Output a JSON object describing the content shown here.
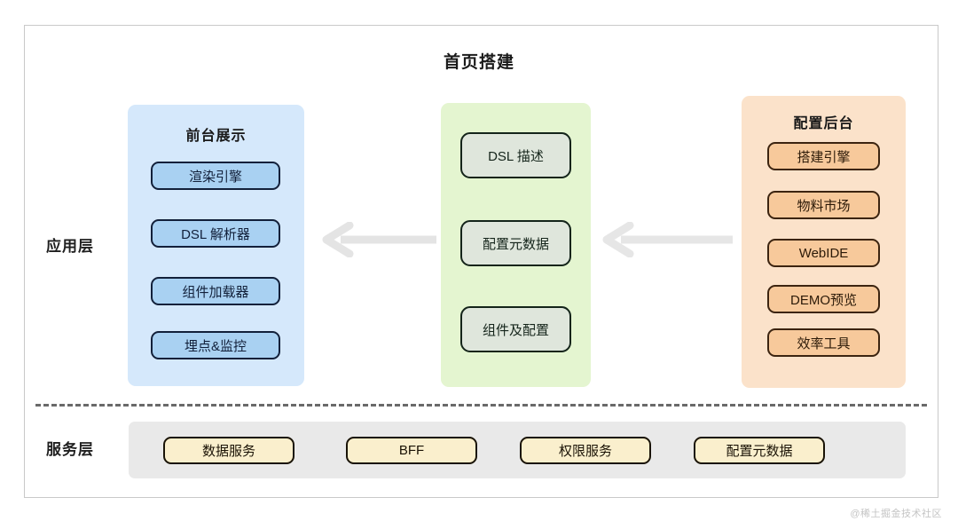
{
  "title": "首页搭建",
  "layers": {
    "application_label": "应用层",
    "service_label": "服务层"
  },
  "panels": {
    "frontend": {
      "heading": "前台展示",
      "accent": "#a9d1f2",
      "background": "#d5e8fb",
      "items": [
        {
          "label": "渲染引擎"
        },
        {
          "label": "DSL 解析器"
        },
        {
          "label": "组件加载器"
        },
        {
          "label": "埋点&监控"
        }
      ]
    },
    "dsl": {
      "heading": "",
      "accent": "#dfe6dc",
      "background": "#e4f5d0",
      "items": [
        {
          "label": "DSL 描述"
        },
        {
          "label": "配置元数据"
        },
        {
          "label": "组件及配置"
        }
      ]
    },
    "backend": {
      "heading": "配置后台",
      "accent": "#f7c99b",
      "background": "#fbe2ca",
      "items": [
        {
          "label": "搭建引擎"
        },
        {
          "label": "物料市场"
        },
        {
          "label": "WebIDE"
        },
        {
          "label": "DEMO预览"
        },
        {
          "label": "效率工具"
        }
      ]
    }
  },
  "service_layer": {
    "background": "#e9e9e9",
    "accent": "#faefcd",
    "items": [
      {
        "label": "数据服务"
      },
      {
        "label": "BFF"
      },
      {
        "label": "权限服务"
      },
      {
        "label": "配置元数据"
      }
    ]
  },
  "arrows": [
    {
      "name": "arrow-dsl-to-frontend",
      "direction": "left",
      "color": "#e4e4e4"
    },
    {
      "name": "arrow-backend-to-dsl",
      "direction": "left",
      "color": "#e6e6e6"
    }
  ],
  "watermark": "@稀土掘金技术社区"
}
